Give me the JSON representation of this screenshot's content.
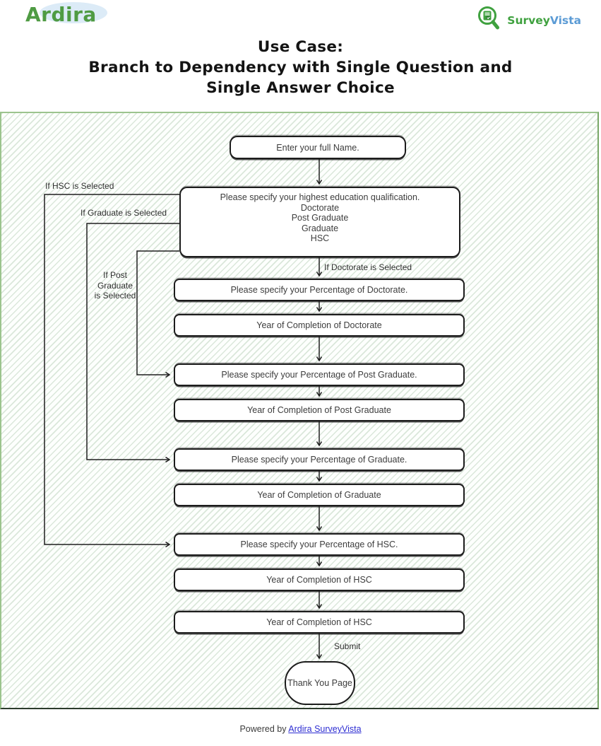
{
  "header": {
    "ardira_logo_text": "Ardira",
    "surveyvista_logo": {
      "survey": "Survey",
      "vista": "Vista"
    },
    "title": {
      "line1": "Use Case:",
      "line2": "Branch to Dependency with Single Question and",
      "line3": "Single Answer Choice"
    }
  },
  "flowchart": {
    "boxes": [
      {
        "label": "Enter your full Name."
      },
      {
        "lines": [
          "Please specify your highest education qualification.",
          "Doctorate",
          "Post Graduate",
          "Graduate",
          "HSC"
        ]
      },
      {
        "label": "Please specify your Percentage of Doctorate."
      },
      {
        "label": "Year of Completion of Doctorate"
      },
      {
        "label": "Please specify your Percentage of Post Graduate."
      },
      {
        "label": "Year of Completion of Post Graduate"
      },
      {
        "label": "Please specify your Percentage of Graduate."
      },
      {
        "label": "Year of Completion of Graduate"
      },
      {
        "label": "Please specify your Percentage of HSC."
      },
      {
        "label": "Year of Completion of HSC"
      },
      {
        "label": "Year of Completion of HSC"
      },
      {
        "label": "Thank You Page"
      }
    ],
    "edge_labels": {
      "doctorate": "If Doctorate is Selected",
      "post_graduate": "If Post Graduate is Selected",
      "graduate": "If Graduate is Selected",
      "hsc": "If HSC is Selected",
      "submit": "Submit"
    }
  },
  "footer": {
    "powered_by": "Powered by",
    "link_text": "Ardira SurveyVista"
  },
  "colors": {
    "ardira_green": "#4f9b43",
    "survey_green": "#3fa13f",
    "vista_blue": "#5b9bd5",
    "canvas_border_green": "#9cc48e",
    "hatch_green": "#cfe3cf",
    "link_blue": "#2d2dd2",
    "box_border": "#1c1c1c"
  }
}
